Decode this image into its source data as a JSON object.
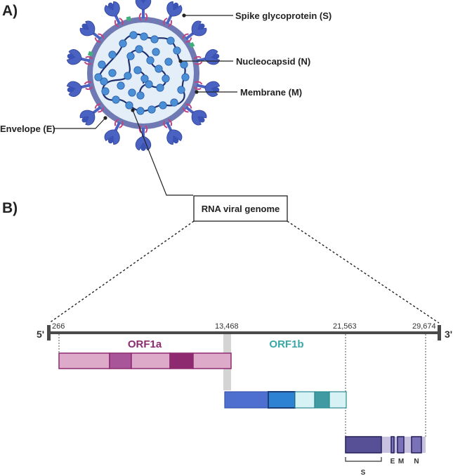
{
  "panels": {
    "a_label": "A)",
    "b_label": "B)"
  },
  "virion_labels": {
    "spike": "Spike glycoprotein (S)",
    "nucleocapsid": "Nucleocapsid (N)",
    "membrane": "Membrane (M)",
    "envelope": "Envelope (E)"
  },
  "genome_box_label": "RNA viral genome",
  "genome": {
    "five_prime": "5'",
    "three_prime": "3'",
    "positions": [
      "266",
      "13,468",
      "21,563",
      "29,674"
    ]
  },
  "orfs": {
    "orf1a": "ORF1a",
    "orf1b": "ORF1b"
  },
  "genes": {
    "s": "S",
    "e": "E",
    "m": "M",
    "n": "N"
  },
  "colors": {
    "virion_fill": "#e3eef8",
    "virion_ring": "#6f79b3",
    "spike": "#4a63c3",
    "nucleo_bead": "#4b8fd6",
    "membrane_pink": "#c0447f",
    "orf1a_text": "#8e2a6f",
    "orf1b_text": "#3aa6a8"
  }
}
